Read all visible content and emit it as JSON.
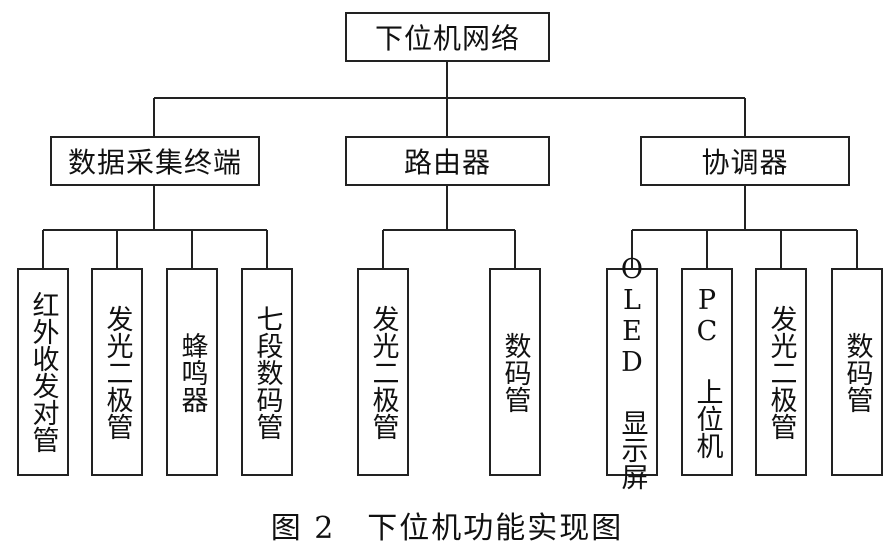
{
  "root": {
    "label": "下位机网络"
  },
  "groups": [
    {
      "label": "数据采集终端",
      "children": [
        "红外收发对管",
        "发光二极管",
        "蜂鸣器",
        "七段数码管"
      ]
    },
    {
      "label": "路由器",
      "children": [
        "发光二极管",
        "数码管"
      ]
    },
    {
      "label": "协调器",
      "children": [
        "OLED 显示屏",
        "PC 上位机",
        "发光二极管",
        "数码管"
      ]
    }
  ],
  "caption": "图 2　下位机功能实现图",
  "colors": {
    "line": "#222222",
    "background": "#ffffff"
  }
}
